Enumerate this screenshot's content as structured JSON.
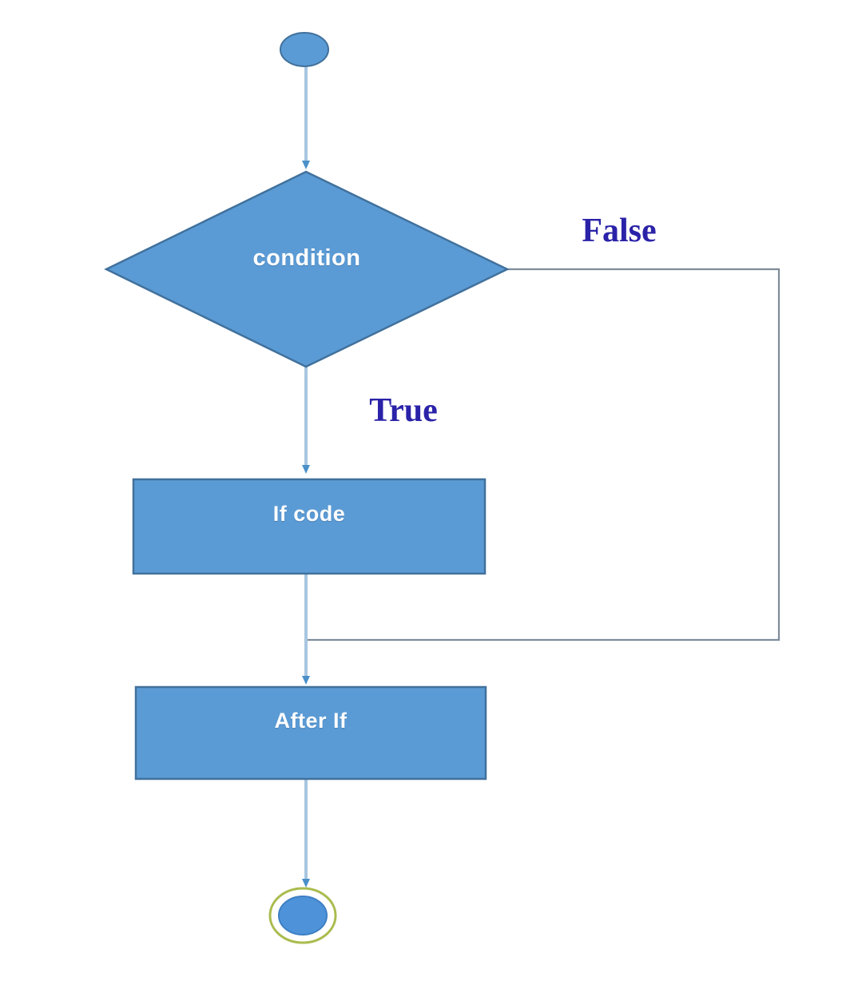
{
  "diagram": {
    "title": "If statement flowchart",
    "type": "flowchart",
    "background_color": "#ffffff",
    "shape_fill_color": "#5B9BD5",
    "shape_stroke_color": "#41719C",
    "connector_color": "#5B9BD5",
    "false_connector_color": "#7F8C9B",
    "branch_label_color": "#2A22A8",
    "shape_label_color": "#ffffff",
    "end_ring_color": "#A9BC4E"
  },
  "nodes": {
    "start": {
      "name": "start-node",
      "shape": "ellipse",
      "label": ""
    },
    "decision": {
      "name": "decision-node",
      "shape": "diamond",
      "label": "condition"
    },
    "if_code": {
      "name": "if-code-node",
      "shape": "rectangle",
      "label": "If code"
    },
    "after_if": {
      "name": "after-if-node",
      "shape": "rectangle",
      "label": "After If"
    },
    "end": {
      "name": "end-node",
      "shape": "ringed-ellipse",
      "label": ""
    }
  },
  "edges": {
    "start_to_decision": {
      "label": ""
    },
    "decision_true": {
      "label": "True"
    },
    "decision_false": {
      "label": "False"
    },
    "if_code_to_after_if": {
      "label": ""
    },
    "after_if_to_end": {
      "label": ""
    }
  },
  "labels": {
    "condition": "condition",
    "if_code": "If code",
    "after_if": "After If",
    "true": "True",
    "false": "False"
  }
}
